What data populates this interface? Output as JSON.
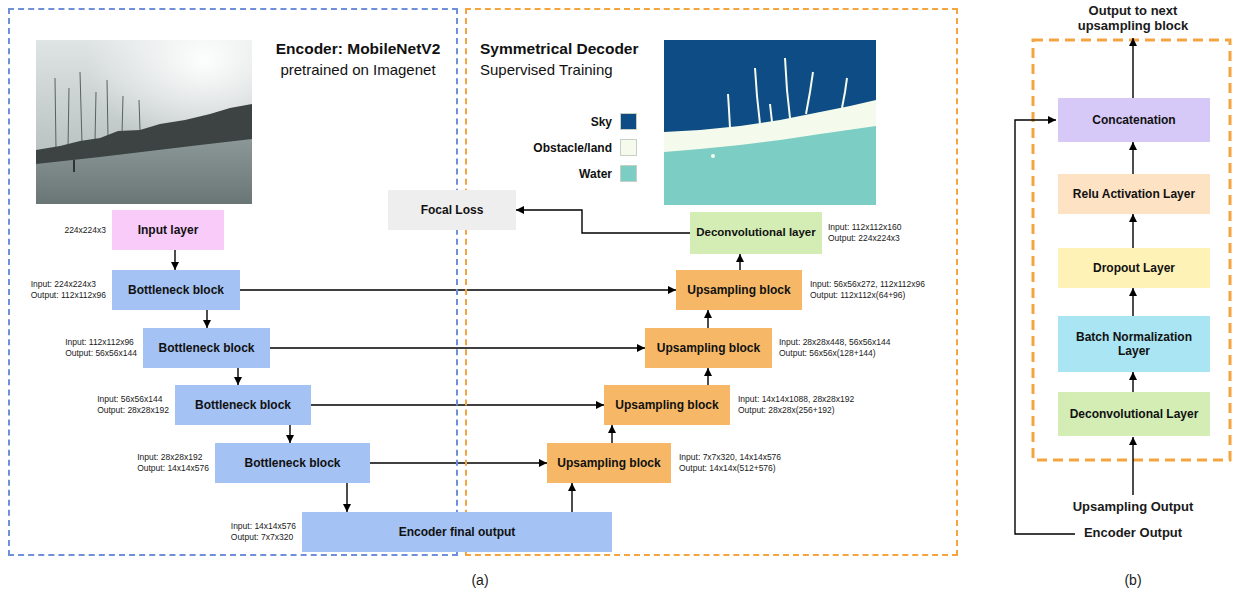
{
  "diagram": {
    "nodes": [
      {
        "text": [
          "Encoder: MobileNetV2",
          "pretrained on Imagenet"
        ]
      },
      {
        "text": [
          "Input layer"
        ],
        "in": 0
      },
      {
        "text": [
          "Bottleneck block"
        ],
        "in": 0
      },
      {
        "text": [
          "Bottleneck block"
        ],
        "in": 0
      },
      {
        "text": [
          "Bottleneck block"
        ],
        "in": 0
      },
      {
        "text": [
          "Bottleneck block"
        ],
        "in": 0
      },
      {
        "text": [
          "Encoder final output"
        ]
      },
      {
        "text": [
          "Focal Loss"
        ]
      },
      {
        "text": [
          "Symmetrical Decoder",
          "Supervised Training"
        ]
      },
      {
        "text": [
          "Deconvolutional layer"
        ],
        "in": 8
      },
      {
        "text": [
          "Upsampling block"
        ],
        "in": 8
      },
      {
        "text": [
          "Upsampling block"
        ],
        "in": 8
      },
      {
        "text": [
          "Upsampling block"
        ],
        "in": 8
      },
      {
        "text": [
          "Upsampling block"
        ],
        "in": 8
      },
      {
        "text": [
          "Concatenation"
        ]
      },
      {
        "text": [
          "Relu Activation Layer"
        ]
      },
      {
        "text": [
          "Dropout Layer"
        ]
      },
      {
        "text": [
          "Batch Normalization Layer"
        ]
      },
      {
        "text": [
          "Deconvolutional Layer"
        ]
      }
    ],
    "edges": [
      {
        "from": 1,
        "to": 2,
        "arrow": "to"
      },
      {
        "from": 2,
        "to": 3,
        "arrow": "to"
      },
      {
        "from": 3,
        "to": 4,
        "arrow": "to"
      },
      {
        "from": 4,
        "to": 5,
        "arrow": "to"
      },
      {
        "from": 5,
        "to": 6,
        "arrow": "to"
      },
      {
        "from": 6,
        "to": 13,
        "arrow": "to"
      },
      {
        "from": 13,
        "to": 12,
        "arrow": "to"
      },
      {
        "from": 12,
        "to": 11,
        "arrow": "to"
      },
      {
        "from": 11,
        "to": 10,
        "arrow": "to"
      },
      {
        "from": 10,
        "to": 9,
        "arrow": "to"
      },
      {
        "from": 9,
        "to": 7,
        "arrow": "to"
      },
      {
        "from": 2,
        "to": 10,
        "arrow": "to"
      },
      {
        "from": 3,
        "to": 11,
        "arrow": "to"
      },
      {
        "from": 4,
        "to": 12,
        "arrow": "to"
      },
      {
        "from": 5,
        "to": 13,
        "arrow": "to"
      },
      {
        "from": 18,
        "to": 17,
        "arrow": "to"
      },
      {
        "from": 17,
        "to": 16,
        "arrow": "to"
      },
      {
        "from": 16,
        "to": 15,
        "arrow": "to"
      },
      {
        "from": 15,
        "to": 14,
        "arrow": "to"
      }
    ],
    "labels": [
      "224x224x3",
      "Input: 224x224x3",
      "Output: 112x112x96",
      "Input: 112x112x96",
      "Output: 56x56x144",
      "Input: 56x56x144",
      "Output: 28x28x192",
      "Input: 28x28x192",
      "Output: 14x14x576",
      "Input: 14x14x576",
      "Output: 7x7x320",
      "Input: 112x112x160",
      "Output: 224x224x3",
      "Input: 56x56x272, 112x112x96",
      "Output: 112x112x(64+96)",
      "Input: 28x28x448, 56x56x144",
      "Output: 56x56x(128+144)",
      "Input: 14x14x1088, 28x28x192",
      "Output: 28x28x(256+192)",
      "Input: 7x7x320, 14x14x576",
      "Output: 14x14x(512+576)",
      "Output to next upsampling block",
      "Upsampling Output",
      "Encoder Output",
      "(a)",
      "(b)"
    ],
    "legend": [
      {
        "text": "Sky",
        "color": "#0d4c85"
      },
      {
        "text": "Obstacle/land",
        "color": "#f4fbed"
      },
      {
        "text": "Water",
        "color": "#7ccdc4"
      }
    ]
  }
}
